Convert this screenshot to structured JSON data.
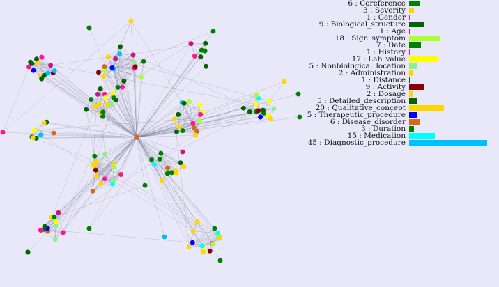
{
  "legend": {
    "items": [
      {
        "label": "6 : Coreference",
        "count": 6,
        "color": "#008000"
      },
      {
        "label": "3 : Severity",
        "count": 3,
        "color": "#ffd700"
      },
      {
        "label": "1 : Gender",
        "count": 1,
        "color": "#ff1493"
      },
      {
        "label": "9 : Biological_structure",
        "count": 9,
        "color": "#006400"
      },
      {
        "label": "1 : Age",
        "count": 1,
        "color": "#c71585"
      },
      {
        "label": "18 : Sign_symptom",
        "count": 18,
        "color": "#adff2f"
      },
      {
        "label": "7 : Date",
        "count": 7,
        "color": "#008000"
      },
      {
        "label": "1 : History",
        "count": 1,
        "color": "#ff1493"
      },
      {
        "label": "17 : Lab_value",
        "count": 17,
        "color": "#ffff00"
      },
      {
        "label": "5 : Nonbiological_location",
        "count": 5,
        "color": "#90ee90"
      },
      {
        "label": "2 : Administration",
        "count": 2,
        "color": "#ffd700"
      },
      {
        "label": "1 : Distance",
        "count": 1,
        "color": "#006400"
      },
      {
        "label": "9 : Activity",
        "count": 9,
        "color": "#8b0000"
      },
      {
        "label": "2 : Dosage",
        "count": 2,
        "color": "#ffd700"
      },
      {
        "label": "5 : Detailed_description",
        "count": 5,
        "color": "#006400"
      },
      {
        "label": "20 : Qualitative_concept",
        "count": 20,
        "color": "#ffd700"
      },
      {
        "label": "5 : Therapeutic_procedure",
        "count": 5,
        "color": "#0000ff"
      },
      {
        "label": "6 : Disease_disorder",
        "count": 6,
        "color": "#d2691e"
      },
      {
        "label": "3 : Duration",
        "count": 3,
        "color": "#008000"
      },
      {
        "label": "15 : Medication",
        "count": 15,
        "color": "#00ffff"
      },
      {
        "label": "45 : Diagnostic_procedure",
        "count": 45,
        "color": "#00bfff"
      }
    ]
  },
  "colors": {
    "background": "#e8e8f8",
    "edge": "#8888a0",
    "center_node": "#d2691e"
  }
}
